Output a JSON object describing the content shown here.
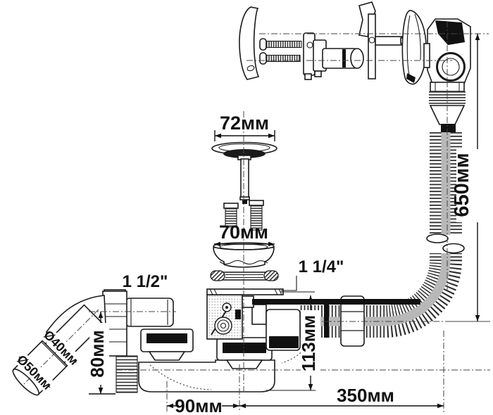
{
  "labels": {
    "dim72": "72мм",
    "dim70": "70мм",
    "thread_left": "1 1/2\"",
    "thread_right": "1 1/4\"",
    "dim650": "650мм",
    "dim80": "80мм",
    "dim113": "113мм",
    "dim90": "90мм",
    "dim350": "350мм",
    "dia40": "Ø40мм",
    "dia50": "Ø50мм"
  },
  "colors": {
    "background": "#ffffff",
    "line": "#1a1a1a",
    "text": "#111111",
    "seal_band": "#111111",
    "hose_core": "#b8b8b8"
  }
}
